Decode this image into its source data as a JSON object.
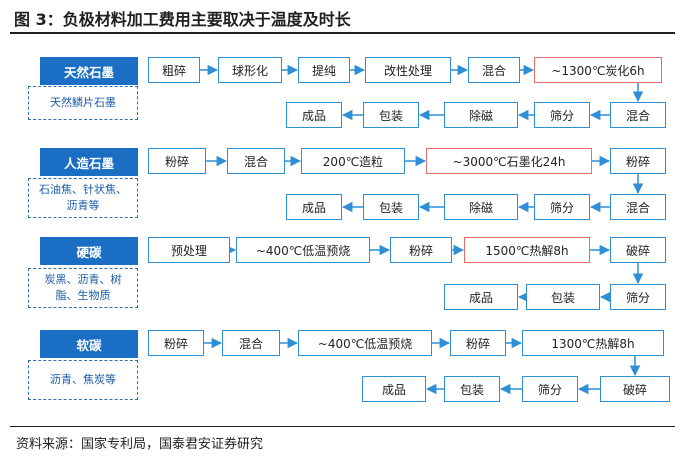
{
  "figure": {
    "title": "图 3：负极材料加工费用主要取决于温度及时长",
    "source": "资料来源：国家专利局，国泰君安证券研究"
  },
  "sections": [
    {
      "category": "天然石墨",
      "note": "天然鳞片石墨",
      "row1": [
        "粗碎",
        "球形化",
        "提纯",
        "改性处理",
        "混合",
        "~1300℃炭化6h"
      ],
      "row2": [
        "成品",
        "包装",
        "除磁",
        "筛分",
        "混合"
      ]
    },
    {
      "category": "人造石墨",
      "note": "石油焦、针状焦、沥青等",
      "row1": [
        "粉碎",
        "混合",
        "200℃造粒",
        "~3000℃石墨化24h",
        "粉碎"
      ],
      "row2": [
        "成品",
        "包装",
        "除磁",
        "筛分",
        "混合"
      ]
    },
    {
      "category": "硬碳",
      "note": "炭黑、沥青、树脂、生物质",
      "row1": [
        "预处理",
        "~400℃低温预烧",
        "粉碎",
        "1500℃热解8h",
        "破碎"
      ],
      "row2": [
        "成品",
        "包装",
        "筛分"
      ]
    },
    {
      "category": "软碳",
      "note": "沥青、焦炭等",
      "row1": [
        "粉碎",
        "混合",
        "~400℃低温预烧",
        "粉碎",
        "1300℃热解8h"
      ],
      "row2": [
        "成品",
        "包装",
        "筛分",
        "破碎"
      ]
    }
  ],
  "colors": {
    "category_fill": "#1a6fc4",
    "step_border": "#2e8fd6",
    "highlight_border": "#ea6b6b",
    "arrow": "#2e8fd6"
  }
}
